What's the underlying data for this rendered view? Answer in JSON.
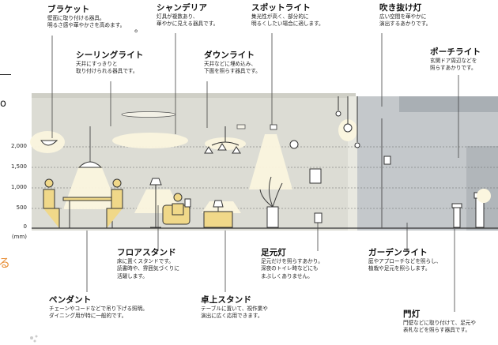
{
  "labels": [
    {
      "key": "bracket",
      "title": "ブラケット",
      "desc": [
        "壁面に取り付ける器具。",
        "明るさ感や華やかさを高めます。"
      ]
    },
    {
      "key": "chandelier",
      "title": "シャンデリア",
      "desc": [
        "灯具が複数あり、",
        "華やかに見える器具です。"
      ]
    },
    {
      "key": "spotlight",
      "title": "スポットライト",
      "desc": [
        "集光性が高く、部分的に",
        "明るくしたい場合に適します。"
      ]
    },
    {
      "key": "fukinuke",
      "title": "吹き抜け灯",
      "desc": [
        "広い空間を華やかに",
        "演出するあかりです。"
      ]
    },
    {
      "key": "ceiling",
      "title": "シーリングライト",
      "desc": [
        "天井にすっきりと",
        "取り付けられる器具です。"
      ]
    },
    {
      "key": "downlight",
      "title": "ダウンライト",
      "desc": [
        "天井などに埋め込み、",
        "下面を照らす器具です。"
      ]
    },
    {
      "key": "porch",
      "title": "ポーチライト",
      "desc": [
        "玄関ドア周辺などを",
        "照らすあかりです。"
      ]
    },
    {
      "key": "floorstand",
      "title": "フロアスタンド",
      "desc": [
        "床に置くスタンドです。",
        "読書時や、雰囲気づくりに",
        "活躍します。"
      ]
    },
    {
      "key": "footlight",
      "title": "足元灯",
      "desc": [
        "足元だけを照らすあかり。",
        "深夜のトイレ時などにも",
        "まぶしくありません。"
      ]
    },
    {
      "key": "garden",
      "title": "ガーデンライト",
      "desc": [
        "庭やアプローチなどを照らし、",
        "植栽や足元を照らします。"
      ]
    },
    {
      "key": "pendant",
      "title": "ペンダント",
      "desc": [
        "チェーンやコードなどで吊り下げる照明。",
        "ダイニング用が特に一般的です。"
      ]
    },
    {
      "key": "tablestand",
      "title": "卓上スタンド",
      "desc": [
        "テーブルに置いて、視作業や",
        "演出に広く応用できます。"
      ]
    },
    {
      "key": "gate",
      "title": "門灯",
      "desc": [
        "門壁などに取り付けて、足元や",
        "表札などを照らす器具です。"
      ]
    }
  ],
  "scale": {
    "ticks": [
      "2,000",
      "1,500",
      "1,000",
      "500",
      "0"
    ],
    "unit": "(mm)"
  },
  "fragments": {
    "bullet": "。",
    "right_orange": "る",
    "left_bar": "o"
  },
  "colors": {
    "wall": "#dcdcd4",
    "exterior": "#bfc3c6",
    "exterior_dark": "#9aa0a5",
    "light": "#fbf6df",
    "furniture": "#f0d889",
    "outline": "#3a3a3a",
    "orange": "#e8903a",
    "lines": "#444444"
  }
}
